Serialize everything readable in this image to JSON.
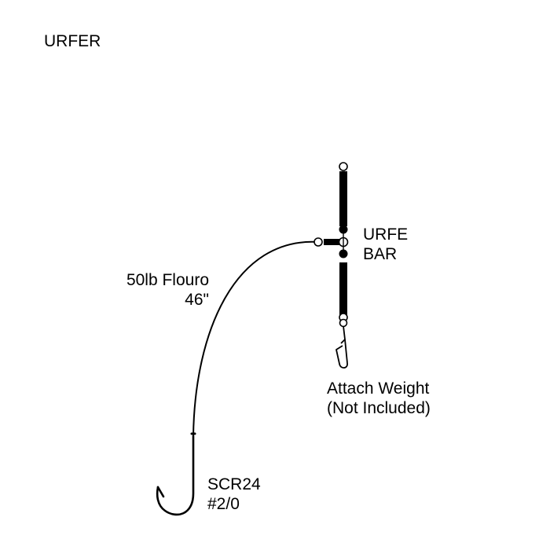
{
  "title": "URFER",
  "bar_label": [
    "URFE",
    "BAR"
  ],
  "line_label": [
    "50lb Flouro",
    "46\""
  ],
  "weight_label": [
    "Attach Weight",
    "(Not Included)"
  ],
  "hook_label": [
    "SCR24",
    "#2/0"
  ]
}
